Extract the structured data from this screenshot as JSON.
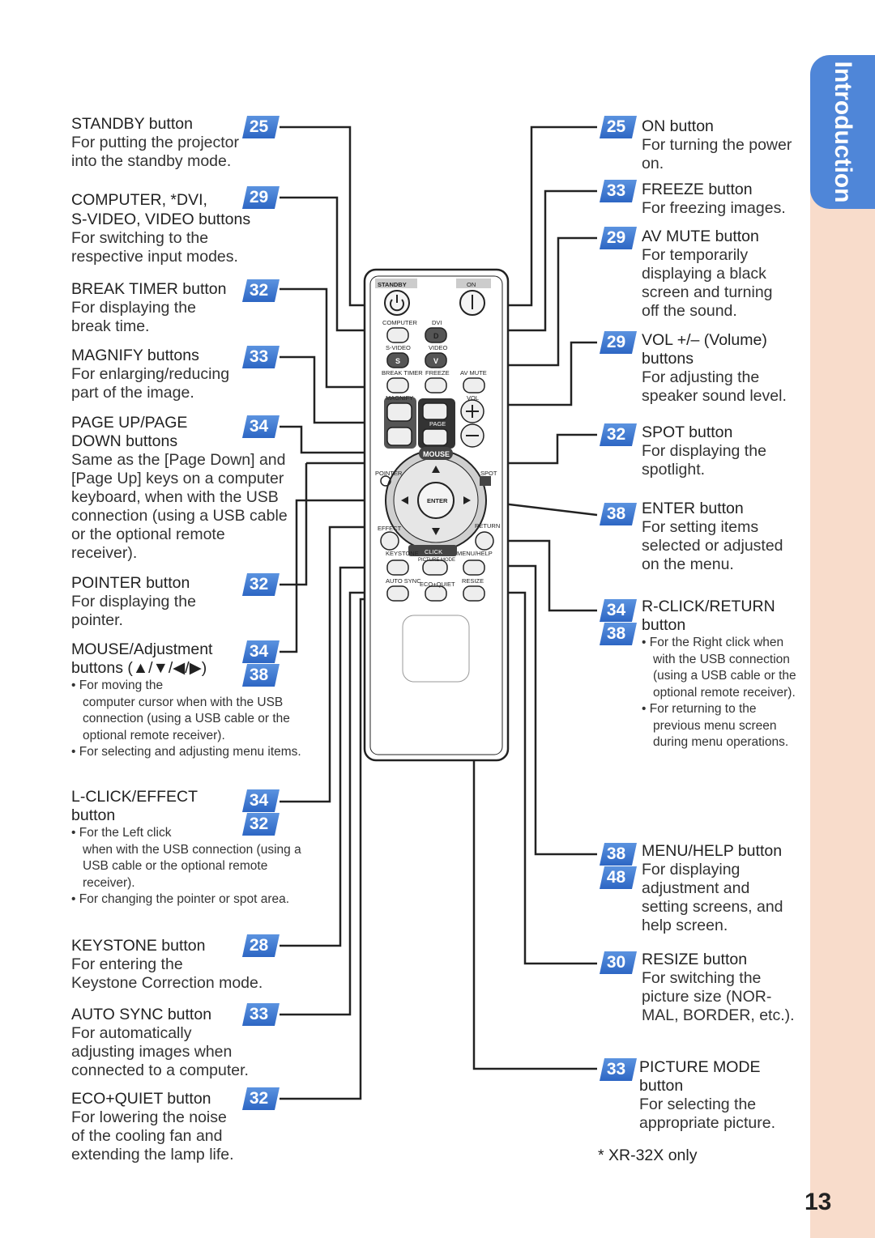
{
  "side_tab": {
    "label": "Introduction"
  },
  "page_number": "13",
  "footnote": "* XR-32X only",
  "left_entries": [
    {
      "title": "STANDBY button",
      "pages": [
        "25"
      ],
      "desc": [
        "For putting the projector",
        "into the standby mode."
      ],
      "bullets": []
    },
    {
      "title": "COMPUTER, *DVI,\nS-VIDEO, VIDEO buttons",
      "pages": [
        "29"
      ],
      "desc": [
        "For switching to the",
        "respective input modes."
      ],
      "bullets": []
    },
    {
      "title": "BREAK TIMER button",
      "pages": [
        "32"
      ],
      "desc": [
        "For displaying the",
        "break time."
      ],
      "bullets": []
    },
    {
      "title": "MAGNIFY buttons",
      "pages": [
        "33"
      ],
      "desc": [
        "For enlarging/reducing",
        "part of the image."
      ],
      "bullets": []
    },
    {
      "title": "PAGE UP/PAGE\nDOWN buttons",
      "pages": [
        "34"
      ],
      "desc": [
        "Same as the [Page Down] and",
        "[Page Up] keys on a computer",
        "keyboard, when with the USB",
        "connection (using a USB cable",
        "or the optional remote",
        "receiver)."
      ],
      "bullets": []
    },
    {
      "title": "POINTER button",
      "pages": [
        "32"
      ],
      "desc": [
        "For displaying the",
        "pointer."
      ],
      "bullets": []
    },
    {
      "title": "MOUSE/Adjustment\nbuttons (▲/▼/◀/▶)",
      "pages": [
        "34",
        "38"
      ],
      "desc": [],
      "bullets": [
        "• For moving the\ncomputer cursor when with the USB\nconnection (using a USB cable or the\noptional remote receiver).",
        "• For selecting and adjusting menu\nitems."
      ]
    },
    {
      "title": "L-CLICK/EFFECT\nbutton",
      "pages": [
        "34",
        "32"
      ],
      "desc": [],
      "bullets": [
        "• For the Left click\nwhen with the USB connection\n(using a USB cable or the optional\nremote receiver).",
        "• For changing the pointer or spot\narea."
      ]
    },
    {
      "title": "KEYSTONE button",
      "pages": [
        "28"
      ],
      "desc": [
        "For entering the",
        "Keystone Correction mode."
      ],
      "bullets": []
    },
    {
      "title": "AUTO SYNC button",
      "pages": [
        "33"
      ],
      "desc": [
        "For automatically",
        "adjusting images when",
        "connected to a computer."
      ],
      "bullets": []
    },
    {
      "title": "ECO+QUIET button",
      "pages": [
        "32"
      ],
      "desc": [
        "For lowering the noise",
        "of the cooling fan and",
        "extending the lamp life."
      ],
      "bullets": []
    }
  ],
  "right_entries": [
    {
      "title": "ON button",
      "pages": [
        "25"
      ],
      "desc": [
        "For turning the power",
        "on."
      ],
      "bullets": []
    },
    {
      "title": "FREEZE button",
      "pages": [
        "33"
      ],
      "desc": [
        "For freezing images."
      ],
      "bullets": []
    },
    {
      "title": "AV MUTE button",
      "pages": [
        "29"
      ],
      "desc": [
        "For temporarily",
        "displaying a black",
        "screen and turning",
        "off the sound."
      ],
      "bullets": []
    },
    {
      "title": "VOL +/– (Volume)\nbuttons",
      "pages": [
        "29"
      ],
      "desc": [
        "For adjusting the",
        "speaker sound level."
      ],
      "bullets": []
    },
    {
      "title": "SPOT button",
      "pages": [
        "32"
      ],
      "desc": [
        "For displaying the",
        "spotlight."
      ],
      "bullets": []
    },
    {
      "title": "ENTER button",
      "pages": [
        "38"
      ],
      "desc": [
        "For setting items",
        "selected or adjusted",
        "on the menu."
      ],
      "bullets": []
    },
    {
      "title": "R-CLICK/RETURN\nbutton",
      "pages": [
        "34",
        "38"
      ],
      "desc": [],
      "bullets": [
        "• For the Right click\nwhen with the USB\nconnection (using a\nUSB cable or the\noptional remote\nreceiver).",
        "• For returning to the\nprevious menu screen\nduring menu\noperations."
      ]
    },
    {
      "title": "MENU/HELP button",
      "pages": [
        "38",
        "48"
      ],
      "desc": [
        "For displaying",
        "adjustment and",
        "setting screens, and",
        "help screen."
      ],
      "bullets": []
    },
    {
      "title": "RESIZE button",
      "pages": [
        "30"
      ],
      "desc": [
        "For switching the",
        "picture size (NOR-",
        "MAL, BORDER, etc.)."
      ],
      "bullets": []
    },
    {
      "title": "PICTURE MODE\nbutton",
      "pages": [
        "33"
      ],
      "desc": [
        "For selecting the",
        "appropriate picture."
      ],
      "bullets": []
    }
  ],
  "remote": {
    "standby": "STANDBY",
    "on": "ON",
    "computer": "COMPUTER",
    "dvi": "DVI",
    "dvi_key": "D",
    "svideo": "S-VIDEO",
    "video": "VIDEO",
    "s_key": "S",
    "v_key": "V",
    "break_timer": "BREAK TIMER",
    "freeze": "FREEZE",
    "av_mute": "AV MUTE",
    "magnify": "MAGNIFY",
    "page": "PAGE",
    "vol": "VOL",
    "mouse": "MOUSE",
    "pointer": "POINTER",
    "spot": "SPOT",
    "enter": "ENTER",
    "effect": "EFFECT",
    "return": "RETURN",
    "keystone": "KEYSTONE",
    "click": "CLICK",
    "menu_help": "MENU/HELP",
    "picture_mode": "PICTURE MODE",
    "auto_sync": "AUTO SYNC",
    "eco_quiet": "ECO+QUIET",
    "resize": "RESIZE"
  }
}
